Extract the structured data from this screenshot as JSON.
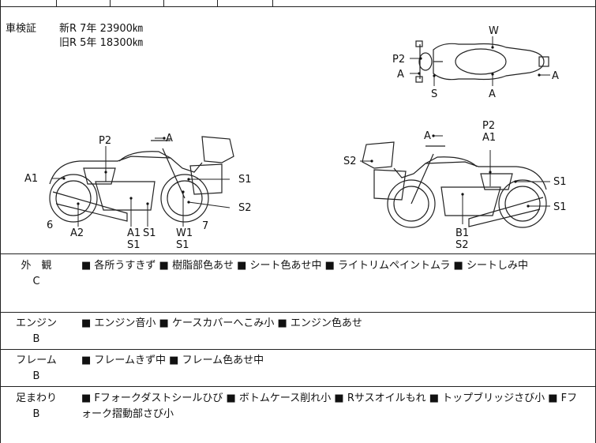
{
  "registration": {
    "label": "車検証",
    "new": "新R 7年 23900㎞",
    "old": "旧R 5年 18300㎞"
  },
  "diagram_labels": {
    "top": {
      "w": "W",
      "p2": "P2",
      "a_left": "A",
      "s": "S",
      "a_bottom": "A",
      "a_right": "A"
    },
    "left": {
      "p2": "P2",
      "a_top": "A",
      "a1": "A1",
      "s1_right": "S1",
      "s2_right": "S2",
      "six": "6",
      "a2": "A2",
      "a1_b": "A1",
      "s1_b": "S1",
      "s1_c": "S1",
      "w1": "W1",
      "s1_d": "S1",
      "seven": "7"
    },
    "right": {
      "a_top": "A",
      "p2": "P2",
      "a1": "A1",
      "s2": "S2",
      "s1_a": "S1",
      "s1_b": "S1",
      "b1": "B1",
      "s2_b": "S2"
    }
  },
  "sections": [
    {
      "category": "外　観",
      "grade": "C",
      "items": "■ 各所うすきず ■ 樹脂部色あせ ■ シート色あせ中 ■ ライトリムペイントムラ ■ シートしみ中"
    },
    {
      "category": "エンジン",
      "grade": "B",
      "items": "■ エンジン音小 ■ ケースカバーへこみ小 ■ エンジン色あせ"
    },
    {
      "category": "フレーム",
      "grade": "B",
      "items": "■ フレームきず中 ■ フレーム色あせ中"
    },
    {
      "category": "足まわり",
      "grade": "B",
      "items": "■ Fフォークダストシールひび ■ ボトムケース削れ小 ■ Rサスオイルもれ ■ トップブリッジさび小 ■ Fフォーク摺動部さび小"
    }
  ]
}
